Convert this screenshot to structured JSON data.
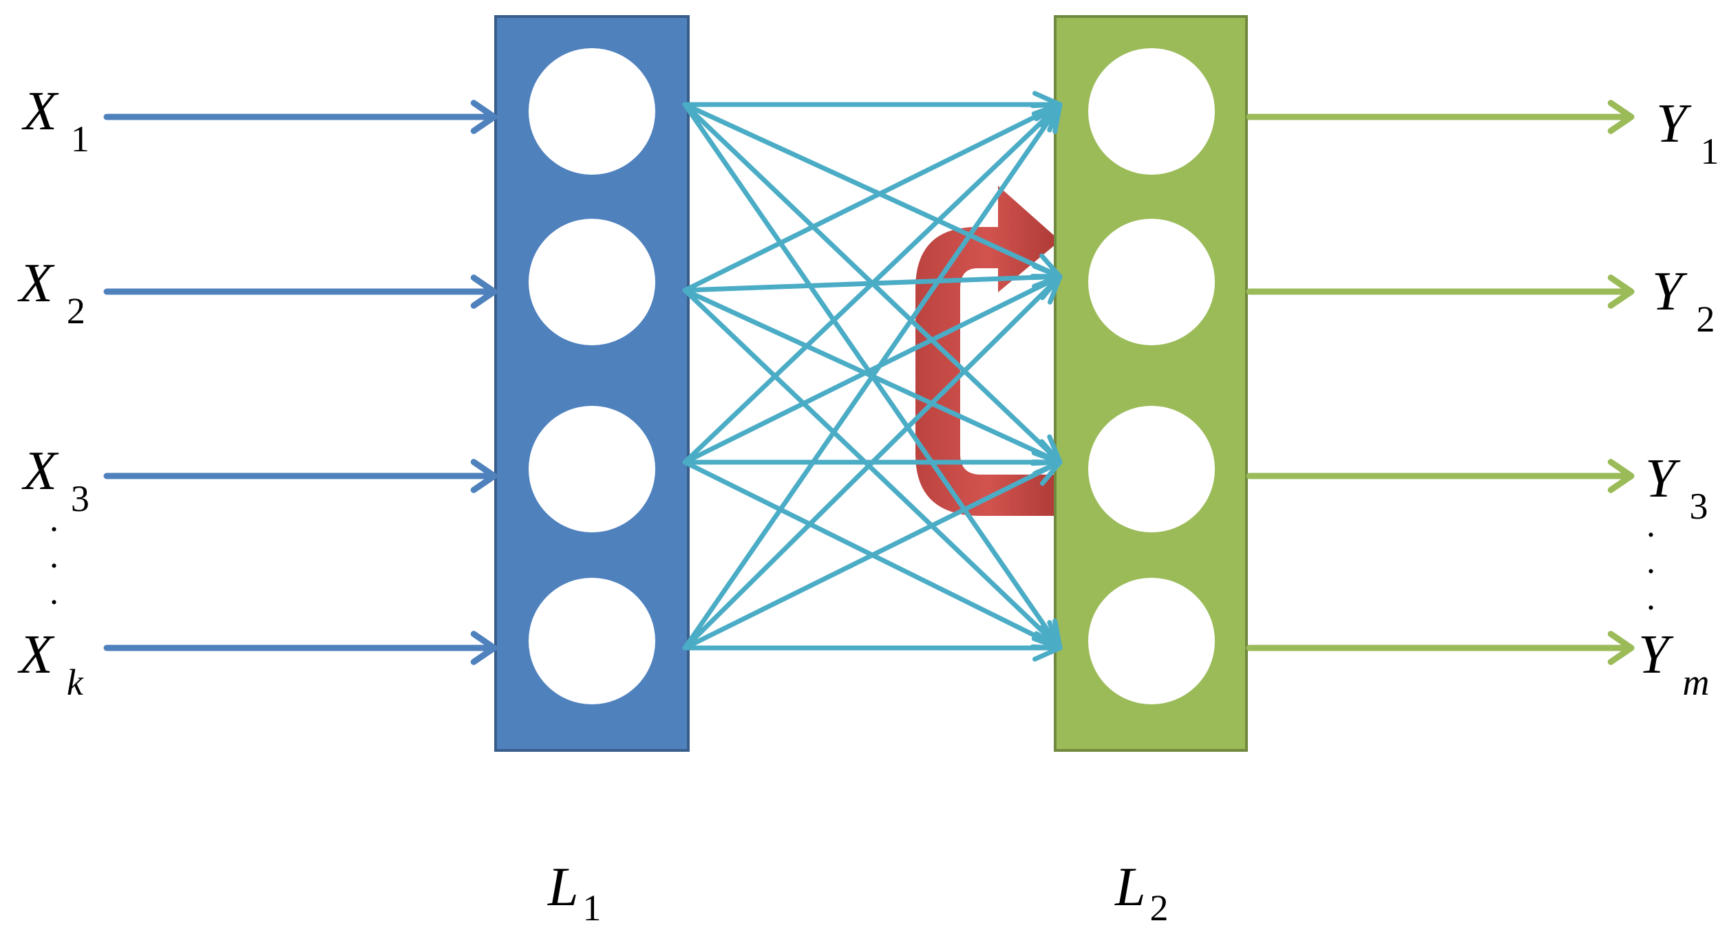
{
  "inputs": [
    {
      "symbol": "X",
      "sub": "1"
    },
    {
      "symbol": "X",
      "sub": "2"
    },
    {
      "symbol": "X",
      "sub": "3"
    },
    {
      "symbol": "X",
      "sub": "k"
    }
  ],
  "outputs": [
    {
      "symbol": "Y",
      "sub": "1"
    },
    {
      "symbol": "Y",
      "sub": "2"
    },
    {
      "symbol": "Y",
      "sub": "3"
    },
    {
      "symbol": "Y",
      "sub": "m"
    }
  ],
  "layers": [
    {
      "symbol": "L",
      "sub": "1"
    },
    {
      "symbol": "L",
      "sub": "2"
    }
  ],
  "ellipsis_dot": ".",
  "colors": {
    "layer1_fill": "#4f81bd",
    "layer1_stroke": "#385d8a",
    "layer2_fill": "#9bbb59",
    "layer2_stroke": "#71893f",
    "input_arrow": "#4f81bd",
    "output_arrow": "#9bbb59",
    "connection": "#4bacc6",
    "recurrent_arrow": "#c0504d",
    "node_fill": "#ffffff"
  }
}
